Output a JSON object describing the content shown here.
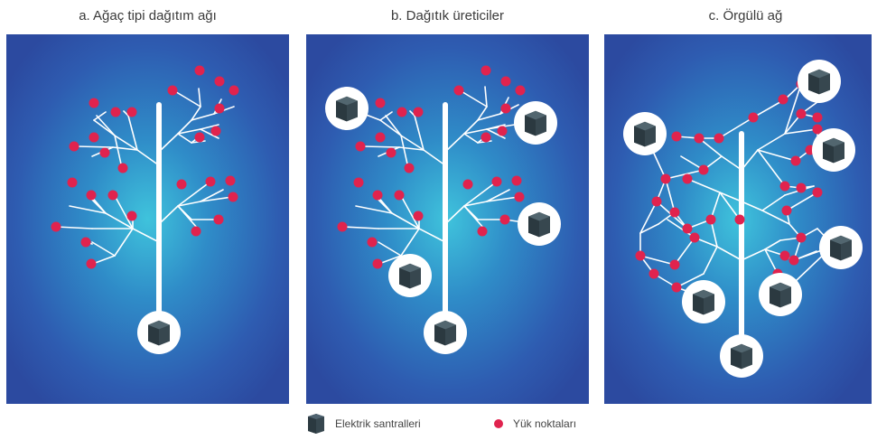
{
  "panels": [
    {
      "title": "a. Ağaç tipi dağıtım ağı"
    },
    {
      "title": "b. Dağıtık üreticiler"
    },
    {
      "title": "c. Örgülü ağ"
    }
  ],
  "legend": {
    "plant_label": "Elektrik santralleri",
    "load_label": "Yük noktaları"
  },
  "colors": {
    "panel_bg_center": "#35b6d6",
    "panel_bg_edge": "#2e4ea5",
    "line": "#ffffff",
    "load_point": "#e0234e",
    "plant_cube": "#37474f",
    "plant_ring": "#ffffff"
  },
  "icons": {
    "plant": "power-plant-cube-icon",
    "load": "load-point-dot-icon"
  }
}
